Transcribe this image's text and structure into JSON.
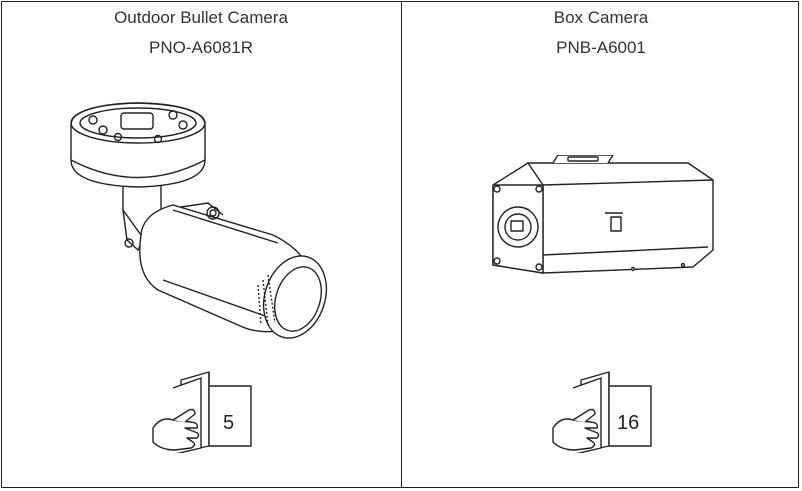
{
  "products": [
    {
      "name": "Outdoor Bullet Camera",
      "model": "PNO-A6081R",
      "page_ref": "5",
      "illustration": "bullet-camera-illustration"
    },
    {
      "name": "Box Camera",
      "model": "PNB-A6001",
      "page_ref": "16",
      "illustration": "box-camera-illustration"
    }
  ],
  "icons": {
    "page_reference": "hand-pointing-book-icon"
  },
  "colors": {
    "line": "#222222",
    "text": "#333333",
    "background": "#ffffff"
  }
}
